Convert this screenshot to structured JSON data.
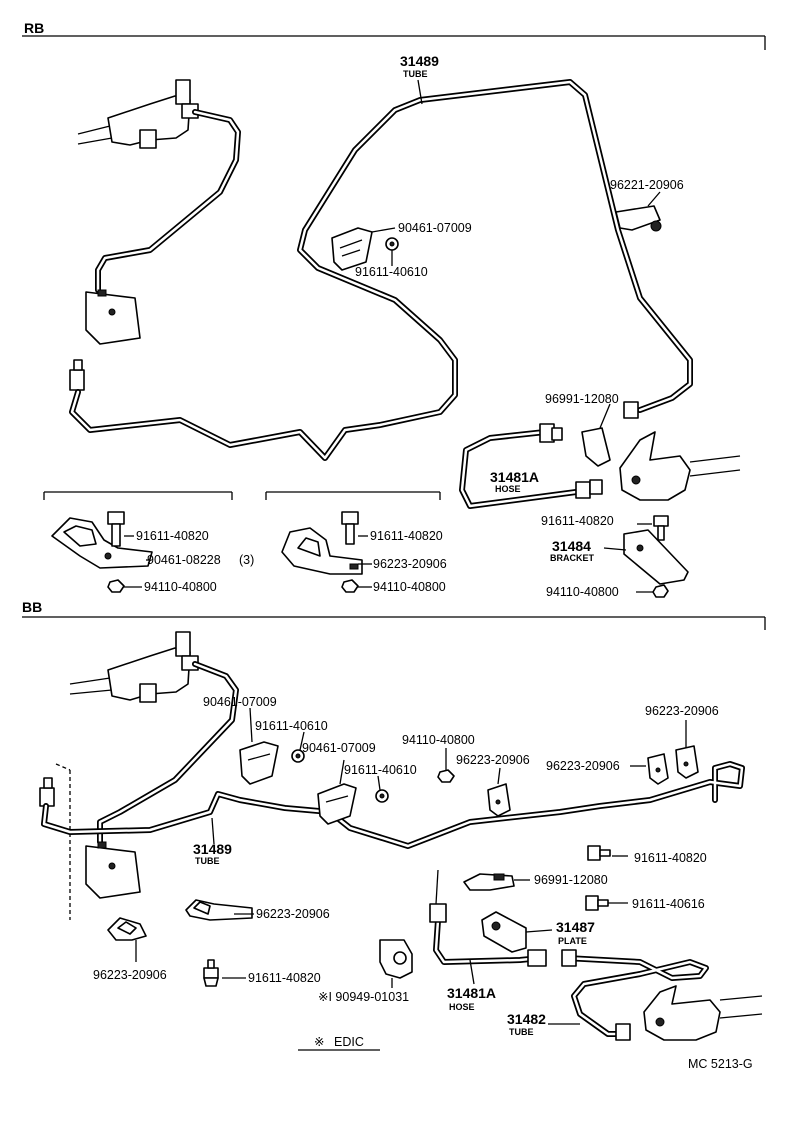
{
  "sections": {
    "top": "RB",
    "bottom": "BB"
  },
  "top_labels": {
    "tube_31489_num": "31489",
    "tube_31489_name": "TUBE",
    "p96221_20906": "96221-20906",
    "p90461_07009": "90461-07009",
    "p91611_40610": "91611-40610",
    "p96991_12080": "96991-12080",
    "hose_31481A_num": "31481A",
    "hose_31481A_name": "HOSE",
    "p91611_40820_right": "91611-40820",
    "bracket_31484_num": "31484",
    "bracket_31484_name": "BRACKET",
    "p94110_40800_right": "94110-40800"
  },
  "detail_left": {
    "p91611_40820": "91611-40820",
    "p90461_08228": "90461-08228",
    "qty": "(3)",
    "p94110_40800": "94110-40800"
  },
  "detail_mid": {
    "p91611_40820": "91611-40820",
    "p96223_20906": "96223-20906",
    "p94110_40800": "94110-40800"
  },
  "bottom_labels": {
    "p90461_07009_a": "90461-07009",
    "p91611_40610_a": "91611-40610",
    "p90461_07009_b": "90461-07009",
    "p91611_40610_b": "91611-40610",
    "p94110_40800": "94110-40800",
    "p96223_20906_a": "96223-20906",
    "p96223_20906_b": "96223-20906",
    "p96223_20906_c": "96223-20906",
    "tube_31489_num": "31489",
    "tube_31489_name": "TUBE",
    "p91611_40820_a": "91611-40820",
    "p96991_12080": "96991-12080",
    "p91611_40616": "91611-40616",
    "p96223_20906_d": "96223-20906",
    "p96223_20906_e": "96223-20906",
    "plate_31487_num": "31487",
    "plate_31487_name": "PLATE",
    "p91611_40820_b": "91611-40820",
    "p90949_01031": "※I 90949-01031",
    "hose_31481A_num": "31481A",
    "hose_31481A_name": "HOSE",
    "tube_31482_num": "31482",
    "tube_31482_name": "TUBE"
  },
  "legend": {
    "mark": "※",
    "text": "EDIC"
  },
  "figure_code": "MC 5213-G"
}
